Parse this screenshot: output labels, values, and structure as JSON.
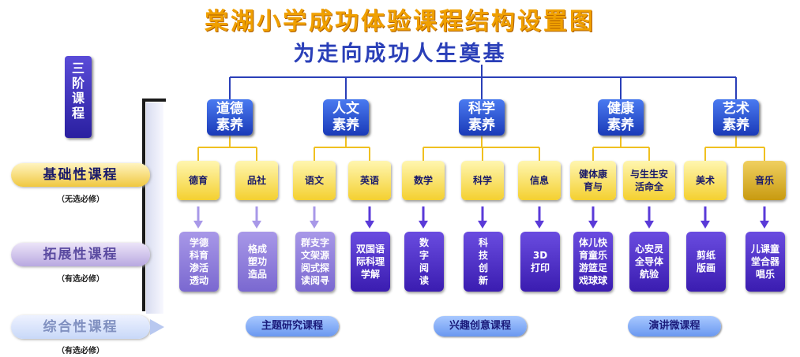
{
  "title": "棠湖小学成功体验课程结构设置图",
  "subtitle": "为走向成功人生奠基",
  "tier_badge": [
    "三",
    "阶",
    "课",
    "程"
  ],
  "tiers": {
    "basic": {
      "label": "基础性课程",
      "note": "（无选必修）"
    },
    "extension": {
      "label": "拓展性课程",
      "note": "（有选必修）"
    },
    "comprehensive": {
      "label": "综合性课程",
      "note": "（有选必修）"
    }
  },
  "domains": [
    {
      "line1": "道德",
      "line2": "素养"
    },
    {
      "line1": "人文",
      "line2": "素养"
    },
    {
      "line1": "科学",
      "line2": "素养"
    },
    {
      "line1": "健康",
      "line2": "素养"
    },
    {
      "line1": "艺术",
      "line2": "素养"
    }
  ],
  "basic_courses": [
    "德育",
    "品社",
    "语文",
    "英语",
    "数学",
    "科学",
    "信息",
    "健体康育与",
    "与生生安活命全",
    "美术",
    "音乐"
  ],
  "extension_courses": [
    "学德科育渗活透动",
    "格成塑功造品",
    "群支字文架源阅式探读阅寻",
    "双国语际科理学解",
    "数字阅读",
    "科技创新",
    "3D打印",
    "体儿快育童乐游篮足戏球球",
    "心安灵全导体航验",
    "剪纸版画",
    "儿课童堂合器唱乐"
  ],
  "comprehensive_courses": [
    "主题研究课程",
    "兴趣创意课程",
    "演讲微课程"
  ],
  "colors": {
    "title": "#f0a000",
    "subtitle": "#2a3fb8",
    "connector_top": "#2a3fb8",
    "connector_mid": "#f0c020",
    "arrow_light": "#a898e8",
    "arrow_dark": "#5a3ad8"
  }
}
